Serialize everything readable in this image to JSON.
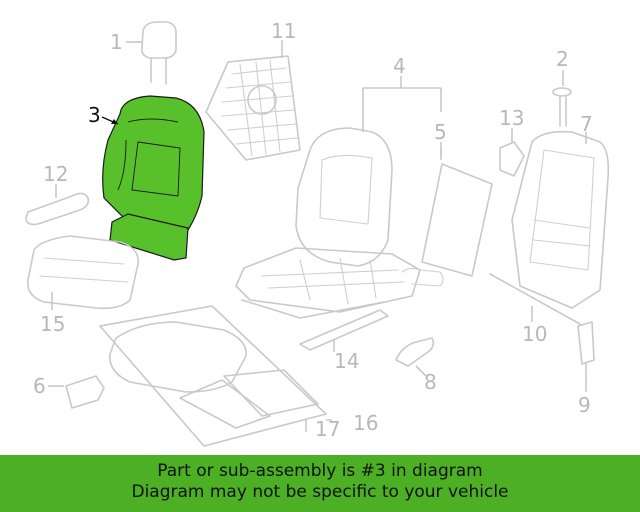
{
  "callouts": {
    "c1": "1",
    "c2": "2",
    "c3": "3",
    "c4": "4",
    "c5": "5",
    "c6": "6",
    "c7": "7",
    "c8": "8",
    "c9": "9",
    "c10": "10",
    "c11": "11",
    "c12": "12",
    "c13": "13",
    "c14": "14",
    "c15": "15",
    "c16": "16",
    "c17": "17"
  },
  "highlighted_part": "3",
  "colors": {
    "highlight_fill": "#58c02a",
    "footer_background": "#4caf24",
    "part_outline": "#c9c9c9"
  },
  "footer": {
    "line1": "Part or sub-assembly is #3 in diagram",
    "line2": "Diagram may not be specific to your vehicle"
  }
}
